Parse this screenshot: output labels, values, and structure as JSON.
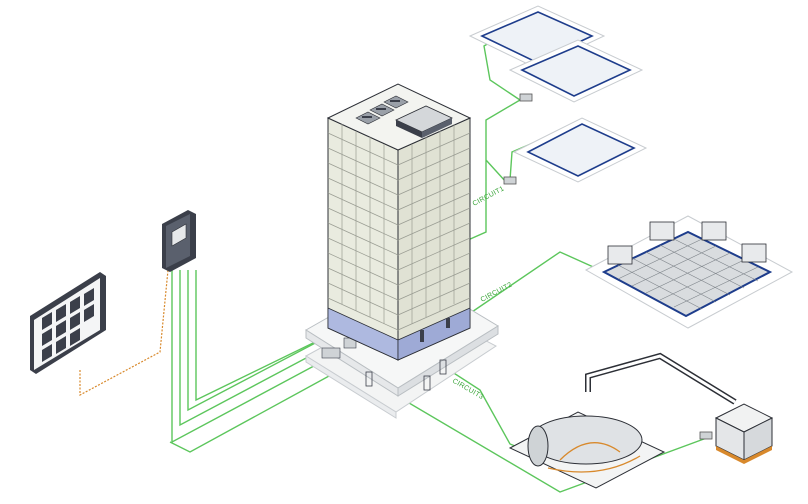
{
  "labels": {
    "circuit_1": "CIRCUIT1",
    "circuit_2": "CIRCUIT2",
    "circuit_3": "CIRCUIT3"
  },
  "colors": {
    "green_wire": "#5cc65c",
    "navy_loop": "#1e3d8c",
    "orange_wire": "#d8892c",
    "building_face": "#eceee3",
    "glass_blue": "#aeb9e0",
    "outline": "#2c2f36"
  },
  "icons": {
    "keypad": "keypad-icon",
    "controller": "control-unit-icon",
    "building": "office-tower-icon",
    "rooftop_panels": "heated-slab-icon",
    "floor_grid": "floor-heating-grid-icon",
    "tank": "storage-tank-icon",
    "pump": "pump-box-icon"
  }
}
